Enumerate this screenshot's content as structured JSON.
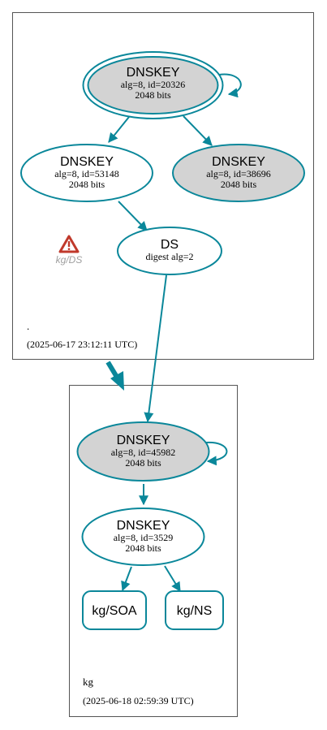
{
  "colors": {
    "edge": "#0a879a",
    "node_fill_ksk": "#d3d3d3",
    "node_fill_plain": "#ffffff",
    "zone_border": "#555555",
    "warning_red": "#c0392b",
    "warning_text": "#a0a0a0"
  },
  "zones": {
    "root": {
      "name": ".",
      "timestamp": "(2025-06-17 23:12:11 UTC)",
      "warning_label": "kg/DS",
      "warning_icon": "warning-triangle-icon"
    },
    "kg": {
      "name": "kg",
      "timestamp": "(2025-06-18 02:59:39 UTC)"
    }
  },
  "nodes": {
    "root_ksk_20326": {
      "title": "DNSKEY",
      "line1": "alg=8, id=20326",
      "line2": "2048 bits"
    },
    "root_zsk_53148": {
      "title": "DNSKEY",
      "line1": "alg=8, id=53148",
      "line2": "2048 bits"
    },
    "root_key_38696": {
      "title": "DNSKEY",
      "line1": "alg=8, id=38696",
      "line2": "2048 bits"
    },
    "kg_ds": {
      "title": "DS",
      "line1": "digest alg=2"
    },
    "kg_ksk_45982": {
      "title": "DNSKEY",
      "line1": "alg=8, id=45982",
      "line2": "2048 bits"
    },
    "kg_zsk_3529": {
      "title": "DNSKEY",
      "line1": "alg=8, id=3529",
      "line2": "2048 bits"
    },
    "kg_soa": {
      "title": "kg/SOA"
    },
    "kg_ns": {
      "title": "kg/NS"
    }
  }
}
